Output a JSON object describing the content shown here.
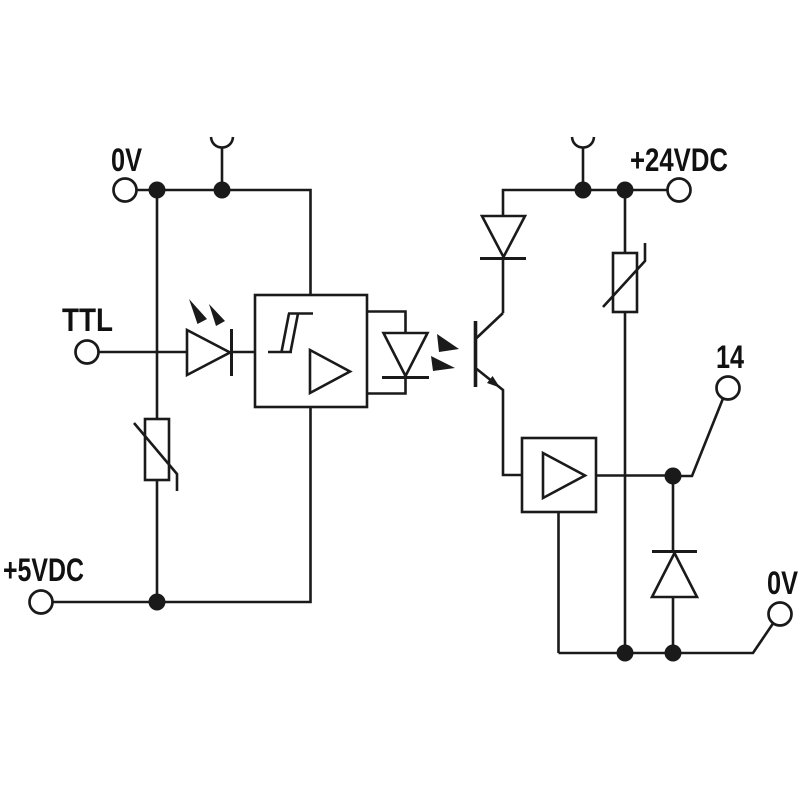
{
  "diagram": {
    "labels": {
      "ground_top_left": "0V",
      "ttl_input": "TTL",
      "supply_5vdc": "+5VDC",
      "supply_24vdc": "+24VDC",
      "output_14": "14",
      "ground_bottom_right": "0V"
    },
    "colors": {
      "line": "#1a1a1a",
      "background": "#ffffff"
    },
    "symbols": [
      "screw-terminal",
      "plug-terminal",
      "indicator-led",
      "varistor-input-protection",
      "schmitt-trigger-driver",
      "optocoupler-led",
      "optocoupler-phototransistor",
      "series-diode",
      "varistor-output-protection",
      "output-amplifier",
      "freewheeling-diode",
      "output-switch-contact"
    ]
  }
}
